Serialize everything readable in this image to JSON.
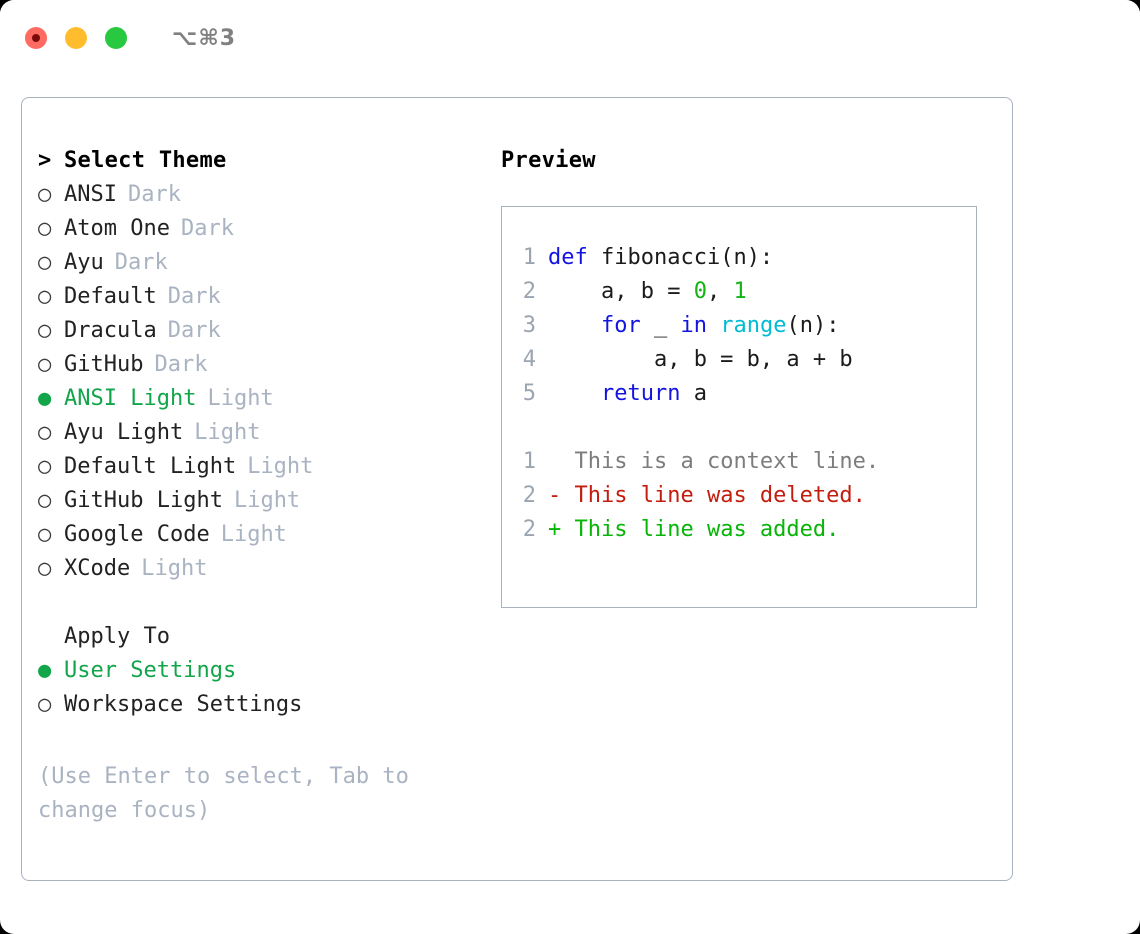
{
  "window": {
    "title": "⌥⌘3",
    "lights": [
      {
        "name": "close",
        "color": "#ff6b61"
      },
      {
        "name": "minimize",
        "color": "#ffbd2e"
      },
      {
        "name": "maximize",
        "color": "#28c840"
      }
    ]
  },
  "theme_picker": {
    "header_marker": ">",
    "header_label": "Select Theme",
    "marker_unselected": "○",
    "marker_selected": "●",
    "accent_color": "#12a54a",
    "items": [
      {
        "name": "ANSI",
        "variant": "Dark",
        "selected": false
      },
      {
        "name": "Atom One",
        "variant": "Dark",
        "selected": false
      },
      {
        "name": "Ayu",
        "variant": "Dark",
        "selected": false
      },
      {
        "name": "Default",
        "variant": "Dark",
        "selected": false
      },
      {
        "name": "Dracula",
        "variant": "Dark",
        "selected": false
      },
      {
        "name": "GitHub",
        "variant": "Dark",
        "selected": false
      },
      {
        "name": "ANSI Light",
        "variant": "Light",
        "selected": true
      },
      {
        "name": "Ayu Light",
        "variant": "Light",
        "selected": false
      },
      {
        "name": "Default Light",
        "variant": "Light",
        "selected": false
      },
      {
        "name": "GitHub Light",
        "variant": "Light",
        "selected": false
      },
      {
        "name": "Google Code",
        "variant": "Light",
        "selected": false
      },
      {
        "name": "XCode",
        "variant": "Light",
        "selected": false
      }
    ]
  },
  "apply_to": {
    "header_label": "Apply To",
    "items": [
      {
        "name": "User Settings",
        "selected": true
      },
      {
        "name": "Workspace Settings",
        "selected": false
      }
    ]
  },
  "hint": "(Use Enter to select, Tab to change focus)",
  "preview": {
    "title": "Preview",
    "code_lines": [
      {
        "lineno": "1",
        "tokens": [
          {
            "t": "def",
            "k": "kw"
          },
          {
            "t": " fibonacci(n):",
            "k": "txt"
          }
        ]
      },
      {
        "lineno": "2",
        "tokens": [
          {
            "t": "    a, b = ",
            "k": "txt"
          },
          {
            "t": "0",
            "k": "num"
          },
          {
            "t": ", ",
            "k": "txt"
          },
          {
            "t": "1",
            "k": "num"
          }
        ]
      },
      {
        "lineno": "3",
        "tokens": [
          {
            "t": "    ",
            "k": "txt"
          },
          {
            "t": "for",
            "k": "kw"
          },
          {
            "t": " _ ",
            "k": "txt"
          },
          {
            "t": "in",
            "k": "kw"
          },
          {
            "t": " ",
            "k": "txt"
          },
          {
            "t": "range",
            "k": "fn"
          },
          {
            "t": "(n):",
            "k": "txt"
          }
        ]
      },
      {
        "lineno": "4",
        "tokens": [
          {
            "t": "        a, b = b, a + b",
            "k": "txt"
          }
        ]
      },
      {
        "lineno": "5",
        "tokens": [
          {
            "t": "    ",
            "k": "txt"
          },
          {
            "t": "return",
            "k": "kw"
          },
          {
            "t": " a",
            "k": "txt"
          }
        ]
      }
    ],
    "diff_lines": [
      {
        "lineno": "1",
        "sign": " ",
        "text": "This is a context line.",
        "kind": "ctx"
      },
      {
        "lineno": "2",
        "sign": "-",
        "text": "This line was deleted.",
        "kind": "del"
      },
      {
        "lineno": "2",
        "sign": "+",
        "text": "This line was added.",
        "kind": "add"
      }
    ]
  },
  "colors": {
    "accent_green": "#12a54a",
    "keyword_blue": "#1414e0",
    "builtin_cyan": "#00bcd4",
    "number_green": "#12b312",
    "diff_delete_red": "#c21d0e",
    "diff_add_green": "#08b408",
    "muted_gray": "#a9b3c1",
    "border_gray": "#a8b2bf"
  }
}
